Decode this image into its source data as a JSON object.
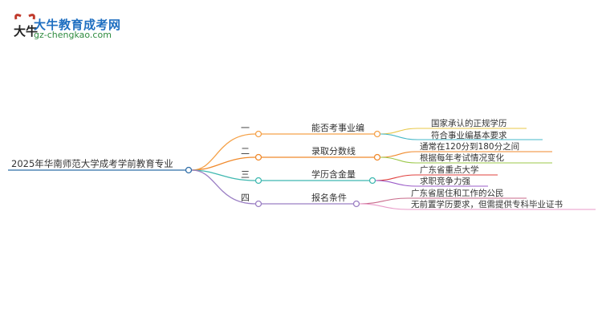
{
  "logo": {
    "icon_text": "大牛",
    "title": "大牛教育成考网",
    "url": "gz-chengkao.com"
  },
  "root": {
    "label": "2025年华南师范大学成考学前教育专业"
  },
  "branches": [
    {
      "index": "一",
      "label": "能否考事业编",
      "color": "#f5a24a",
      "leaves": [
        "国家承认的正规学历",
        "符合事业编基本要求"
      ],
      "leaf_colors": [
        "#e8c84a",
        "#46b8c8"
      ]
    },
    {
      "index": "二",
      "label": "录取分数线",
      "color": "#f08a2c",
      "leaves": [
        "通常在120分到180分之间",
        "根据每年考试情况变化"
      ],
      "leaf_colors": [
        "#f08a2c",
        "#9bc84a"
      ]
    },
    {
      "index": "三",
      "label": "学历含金量",
      "color": "#3fb8b0",
      "leaves": [
        "广东省重点大学",
        "求职竞争力强"
      ],
      "leaf_colors": [
        "#e0403e",
        "#9b5cc8"
      ]
    },
    {
      "index": "四",
      "label": "报名条件",
      "color": "#9b7fc4",
      "leaves": [
        "广东省居住和工作的公民",
        "无前置学历要求，但需提供专科毕业证书"
      ],
      "leaf_colors": [
        "#c86a8a",
        "#e89ac8"
      ]
    }
  ]
}
